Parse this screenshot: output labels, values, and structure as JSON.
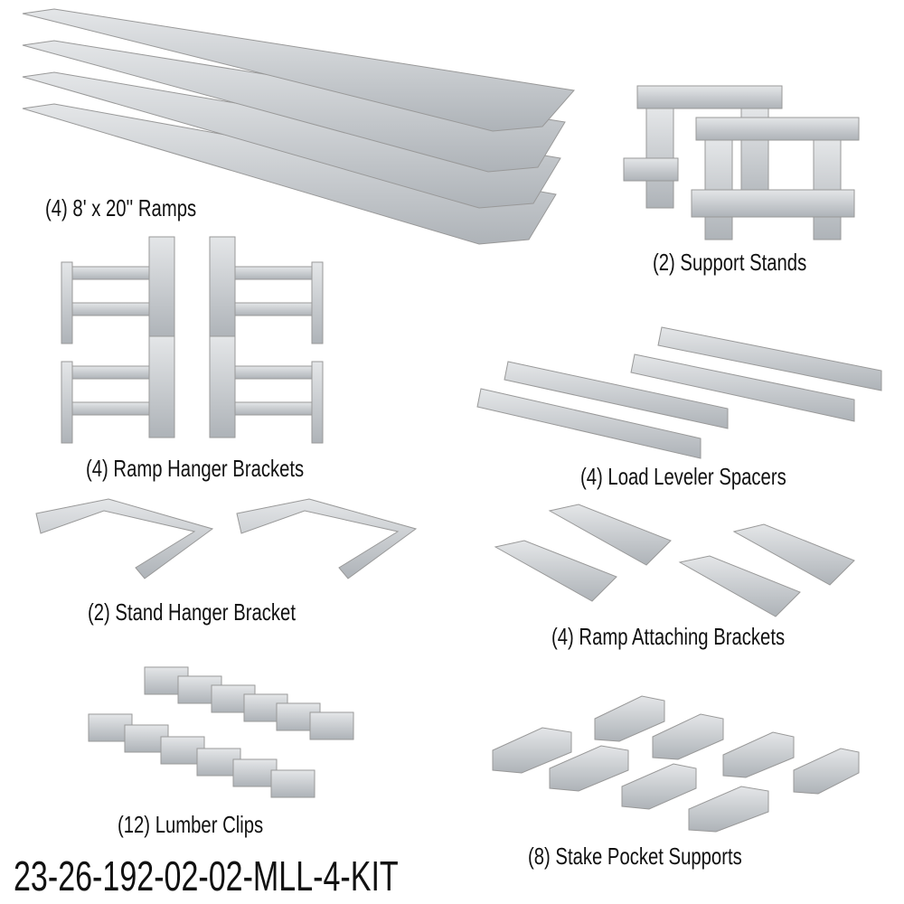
{
  "items": [
    {
      "label": "(4) 8' x 20'' Ramps",
      "icon": "aluminum-ramp"
    },
    {
      "label": "(2) Support Stands",
      "icon": "support-stand"
    },
    {
      "label": "(4) Ramp Hanger Brackets",
      "icon": "ramp-hanger-bracket"
    },
    {
      "label": "(4) Load Leveler Spacers",
      "icon": "load-leveler-spacer"
    },
    {
      "label": "(2)  Stand Hanger Bracket",
      "icon": "stand-hanger-bracket"
    },
    {
      "label": "(4) Ramp Attaching Brackets",
      "icon": "ramp-attaching-bracket"
    },
    {
      "label": "(12) Lumber Clips",
      "icon": "lumber-clip"
    },
    {
      "label": "(8) Stake Pocket Supports",
      "icon": "stake-pocket-support"
    }
  ],
  "kit_code": "23-26-192-02-02-MLL-4-KIT",
  "colors": {
    "metal": "#c9ccd0",
    "metal_dark": "#9ea3a8",
    "text": "#111111"
  }
}
